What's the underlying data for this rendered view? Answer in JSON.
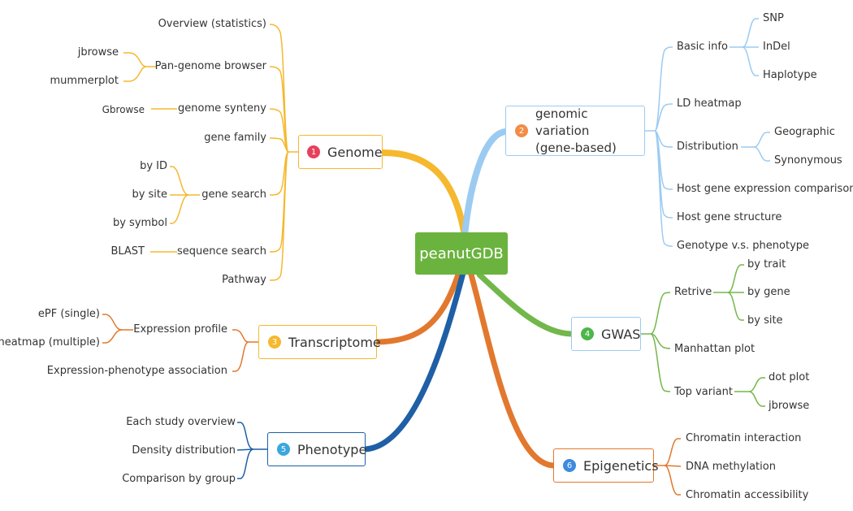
{
  "root": "peanutGDB",
  "colors": {
    "genome": "#f5b82e",
    "variation": "#9ccbf2",
    "transcriptome": "#e2782e",
    "phenotype": "#1f5fa6",
    "gwas": "#72b74a",
    "epigenetics": "#e2782e",
    "root": "#6bb33f"
  },
  "genome": {
    "num": "1",
    "title": "Genome",
    "overview": "Overview (statistics)",
    "pan": "Pan-genome browser",
    "pan_children": [
      "jbrowse",
      "mummerplot"
    ],
    "synteny": "genome synteny",
    "synteny_child": "Gbrowse",
    "family": "gene family",
    "search": "gene search",
    "search_children": [
      "by ID",
      "by site",
      "by symbol"
    ],
    "seq": "sequence search",
    "seq_child": "BLAST",
    "pathway": "Pathway"
  },
  "variation": {
    "num": "2",
    "title_l1": "genomic variation",
    "title_l2": "(gene-based)",
    "basic": "Basic info",
    "basic_children": [
      "SNP",
      "InDel",
      "Haplotype"
    ],
    "ld": "LD heatmap",
    "dist": "Distribution",
    "dist_children": [
      "Geographic",
      "Synonymous"
    ],
    "expr": "Host gene expression comparison",
    "struct": "Host gene structure",
    "geno": "Genotype v.s. phenotype"
  },
  "transcriptome": {
    "num": "3",
    "title": "Transcriptome",
    "profile": "Expression profile",
    "profile_children": [
      "ePF (single)",
      "heatmap (multiple)"
    ],
    "assoc": "Expression-phenotype association"
  },
  "gwas": {
    "num": "4",
    "title": "GWAS",
    "retrive": "Retrive",
    "retrive_children": [
      "by trait",
      "by gene",
      "by site"
    ],
    "manhattan": "Manhattan plot",
    "top": "Top variant",
    "top_children": [
      "dot plot",
      "jbrowse"
    ]
  },
  "phenotype": {
    "num": "5",
    "title": "Phenotype",
    "children": [
      "Each study overview",
      "Density distribution",
      "Comparison by group"
    ]
  },
  "epigenetics": {
    "num": "6",
    "title": "Epigenetics",
    "children": [
      "Chromatin interaction",
      "DNA methylation",
      "Chromatin accessibility"
    ]
  }
}
